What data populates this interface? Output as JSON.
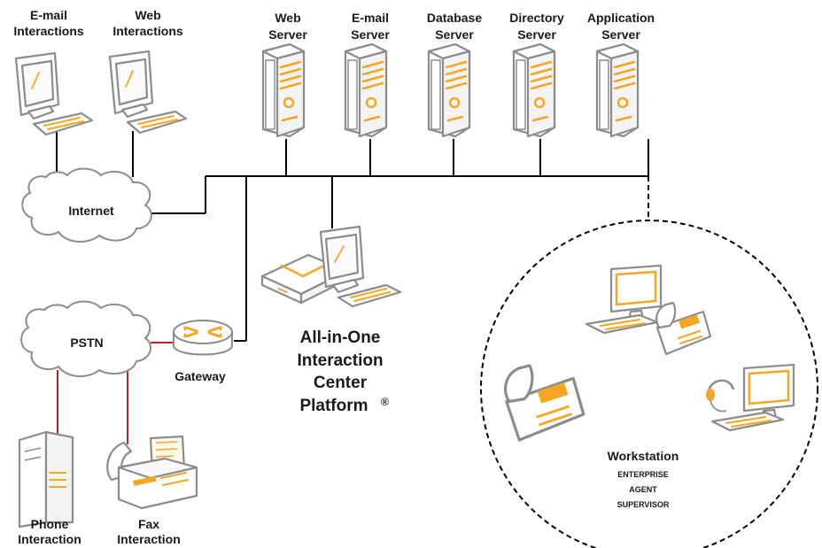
{
  "endpoints": {
    "email_interactions": [
      "E-mail",
      "Interactions"
    ],
    "web_interactions": [
      "Web",
      "Interactions"
    ],
    "phone_interaction": [
      "Phone",
      "Interaction"
    ],
    "fax_interaction": [
      "Fax",
      "Interaction"
    ]
  },
  "servers": [
    [
      "Web",
      "Server"
    ],
    [
      "E-mail",
      "Server"
    ],
    [
      "Database",
      "Server"
    ],
    [
      "Directory",
      "Server"
    ],
    [
      "Application",
      "Server"
    ]
  ],
  "clouds": {
    "internet": "Internet",
    "pstn": "PSTN"
  },
  "gateway": "Gateway",
  "platform": {
    "lines": [
      "All-in-One",
      "Interaction",
      "Center",
      "Platform"
    ],
    "mark": "®"
  },
  "workstation": {
    "title": "Workstation",
    "roles": [
      "ENTERPRISE",
      "AGENT",
      "SUPERVISOR"
    ]
  },
  "colors": {
    "accent": "#f5a623",
    "outline": "#8c8c8c",
    "pstn_link": "#b5262c",
    "network": "#000000"
  }
}
